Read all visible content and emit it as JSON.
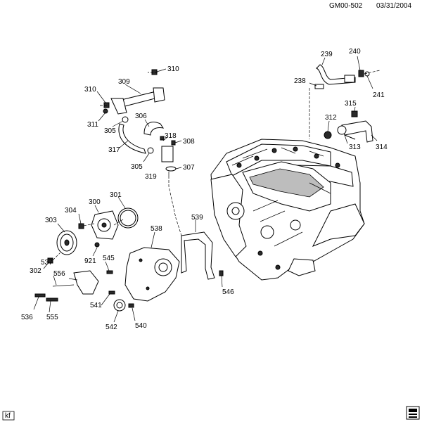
{
  "header": {
    "diagram_id": "GM00-502",
    "date": "03/31/2004"
  },
  "footer": {
    "author_initials": "kf"
  },
  "callouts": {
    "c310a": "310",
    "c309": "309",
    "c310b": "310",
    "c311": "311",
    "c305a": "305",
    "c306": "306",
    "c317": "317",
    "c318": "318",
    "c308": "308",
    "c305b": "305",
    "c319": "319",
    "c307": "307",
    "c239": "239",
    "c240": "240",
    "c238": "238",
    "c241": "241",
    "c315": "315",
    "c312": "312",
    "c313": "313",
    "c314": "314",
    "c301": "301",
    "c300": "300",
    "c304": "304",
    "c303": "303",
    "c302": "302",
    "c921": "921",
    "c538": "538",
    "c539": "539",
    "c545": "545",
    "c537": "537",
    "c556": "556",
    "c536": "536",
    "c555": "555",
    "c541": "541",
    "c542": "542",
    "c540": "540",
    "c546": "546"
  }
}
